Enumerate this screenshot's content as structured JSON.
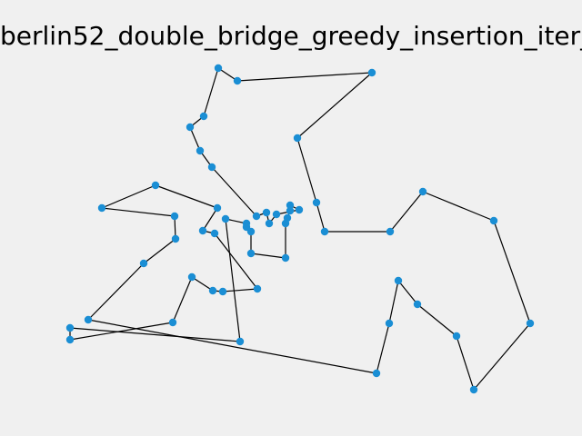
{
  "chart_data": {
    "type": "line",
    "title": "berlin52_double_bridge_greedy_insertion_iter_",
    "xlabel": "",
    "ylabel": "",
    "axes_visible": false,
    "grid": false,
    "style": {
      "point_color": "#1a8ed4",
      "line_color": "#000000",
      "background": "#f0f0f0"
    },
    "tour": [
      [
        240,
        75
      ],
      [
        261,
        89
      ],
      [
        409,
        80
      ],
      [
        327,
        152
      ],
      [
        348,
        223
      ],
      [
        357,
        255
      ],
      [
        429,
        255
      ],
      [
        465,
        211
      ],
      [
        543,
        243
      ],
      [
        583,
        356
      ],
      [
        521,
        429
      ],
      [
        502,
        370
      ],
      [
        459,
        335
      ],
      [
        438,
        309
      ],
      [
        428,
        356
      ],
      [
        414,
        411
      ],
      [
        97,
        352
      ],
      [
        158,
        290
      ],
      [
        193,
        263
      ],
      [
        192,
        238
      ],
      [
        112,
        229
      ],
      [
        171,
        204
      ],
      [
        239,
        229
      ],
      [
        223,
        254
      ],
      [
        236,
        257
      ],
      [
        283,
        318
      ],
      [
        245,
        321
      ],
      [
        234,
        320
      ],
      [
        211,
        305
      ],
      [
        190,
        355
      ],
      [
        77,
        374
      ],
      [
        77,
        361
      ],
      [
        264,
        376
      ],
      [
        248,
        241
      ],
      [
        271,
        246
      ],
      [
        271,
        250
      ],
      [
        276,
        255
      ],
      [
        276,
        279
      ],
      [
        314,
        284
      ],
      [
        314,
        246
      ],
      [
        316,
        240
      ],
      [
        319,
        232
      ],
      [
        319,
        226
      ],
      [
        329,
        231
      ],
      [
        304,
        236
      ],
      [
        296,
        246
      ],
      [
        293,
        234
      ],
      [
        282,
        238
      ],
      [
        233,
        184
      ],
      [
        220,
        166
      ],
      [
        209,
        140
      ],
      [
        224,
        128
      ]
    ]
  }
}
